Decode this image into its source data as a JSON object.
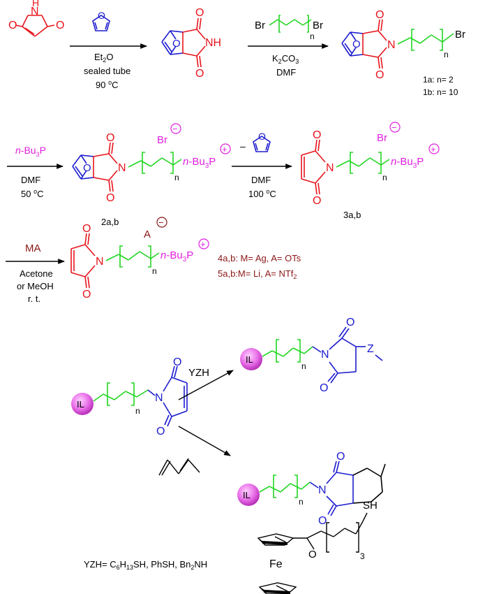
{
  "colors": {
    "red": "#e8141c",
    "blue": "#1c1ccf",
    "green": "#22d622",
    "magenta": "#e020e0",
    "darkred": "#8b1616",
    "black": "#000000",
    "il_ball": "#e86ee8"
  },
  "atoms": {
    "O": "O",
    "H": "H",
    "NH": "NH",
    "N": "N",
    "Br": "Br",
    "P": "P",
    "Z": "Z",
    "Fe": "Fe",
    "SH": "SH",
    "IL": "IL"
  },
  "subscripts": {
    "n": "n",
    "three": "3",
    "two": "2"
  },
  "charges": {
    "minus": "−",
    "plus": "+"
  },
  "labels": {
    "et2o_main": "Et",
    "et2o_sub": "2",
    "et2o_tail": "O",
    "sealed_tube": "sealed tube",
    "temp_90_num": "90 ",
    "temp_90_sup": "o",
    "temp_90_unit": "C",
    "k2co3_main": "K",
    "k2co3_sub": "2",
    "k2co3_tail": "CO",
    "k2co3_sub2": "3",
    "dmf": "DMF",
    "n_bu": "n",
    "bu3p_mid": "-Bu",
    "bu3p_sub": "3",
    "bu3p_tail": "P",
    "temp_50_num": "50 ",
    "temp_50_sup": "o",
    "temp_50_unit": "C",
    "temp_100_num": "100 ",
    "temp_100_sup": "o",
    "temp_100_unit": "C",
    "minus_furan": "–",
    "ma": "MA",
    "acetone": "Acetone",
    "or_meoh": "or MeOH",
    "rt": "r. t.",
    "anion_A": "A",
    "yzh": "YZH",
    "yzh_def_start": "YZH= C",
    "yzh_def_sub1": "6",
    "yzh_def_mid": "H",
    "yzh_def_sub2": "13",
    "yzh_def_tail": "SH, PhSH, Bn",
    "yzh_def_sub3": "2",
    "yzh_def_end": "NH"
  },
  "compounds": {
    "c1a": "1a: n= 2",
    "c1b": "1b: n= 10",
    "c2ab": "2a,b",
    "c3ab": "3a,b",
    "c4ab": "4a,b: M= Ag, A= OTs",
    "c5ab_main": "5a,b:M= Li, A= NTf",
    "c5ab_sub": "2"
  }
}
